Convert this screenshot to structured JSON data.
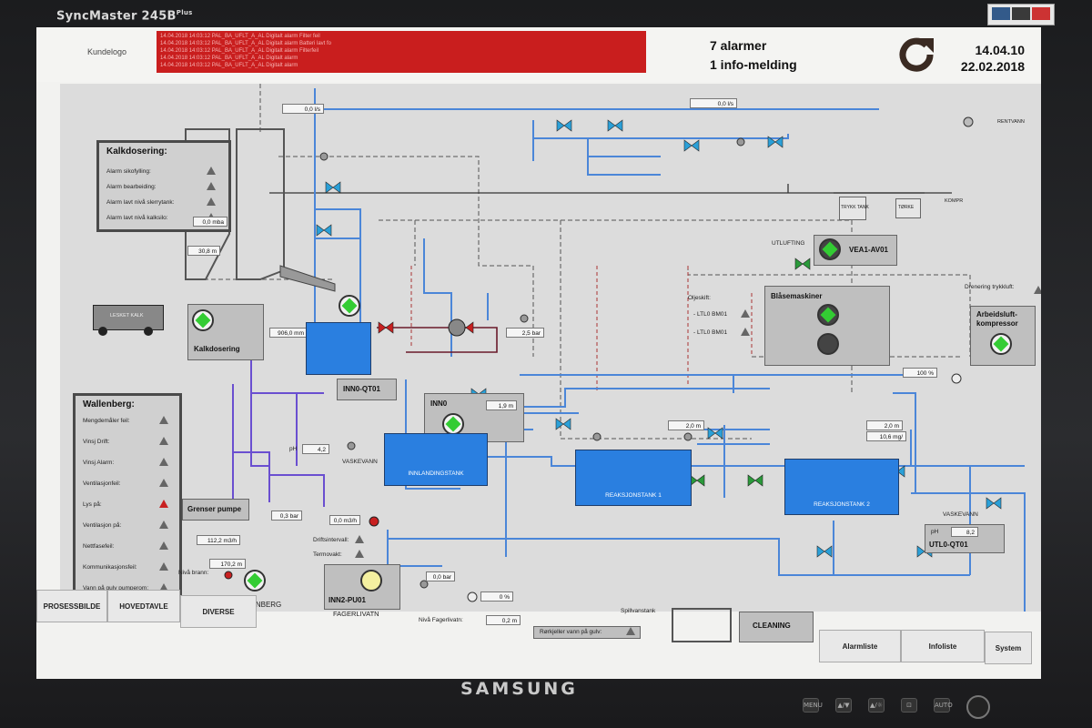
{
  "bezel": {
    "brand": "SyncMaster 245B",
    "brand_sup": "Plus",
    "manufacturer": "SAMSUNG",
    "controls": [
      "MENU",
      "▲/▼",
      "▲/☼",
      "⊡",
      "AUTO"
    ]
  },
  "header": {
    "customer_logo": "Kundelogo",
    "alarm_list": [
      "14.04.2018  14:03:12   PAL_BA_UFLT_A_AL    Digitalt alarm            Filter feil",
      "14.04.2018  14:03:12   PAL_BA_UFLT_A_AL    Digitalt alarm            Batteri lavt fo",
      "14.04.2018  14:03:12   PAL_BA_UFLT_A_AL    Digitalt alarm            Filterfeil",
      "14.04.2018  14:03:12   PAL_BA_UFLT_A_AL    Digitalt alarm",
      "14.04.2018  14:03:12   PAL_BA_UFLT_A_AL    Digitalt alarm"
    ],
    "alarm_count": "7 alarmer",
    "info_count": "1 info-melding",
    "date_1": "14.04.10",
    "date_2": "22.02.2018",
    "colors": {
      "alarm_bg": "#c91e1e",
      "tank": "#2a7fe0",
      "pipe": "#4b86d8",
      "pipe_purple": "#6a4fd0",
      "running": "#33cc33"
    }
  },
  "kalk_panel": {
    "title": "Kalkdosering:",
    "rows": [
      "Alarm sikofylling:",
      "Alarm bearbeiding:",
      "Alarm lavt nivå slerrytank:",
      "Alarm lavt nivå kalksilo:"
    ]
  },
  "wallenberg_panel": {
    "title": "Wallenberg:",
    "rows": [
      "Mengdemåler feil:",
      "Vinsj Drift:",
      "Vinsj Alarm:",
      "Ventilasjonfeil:",
      "Lys på:",
      "Ventilasjon på:",
      "Nettfasefeil:",
      "Kommunikasjonsfeil:",
      "Vann på gulv pumperom:"
    ],
    "red_index": 4
  },
  "values": {
    "flow_top_left": "0,0 l/s",
    "flow_top": "0,0 l/s",
    "mbar": "0,0 mba",
    "level_silo": "30,8 m",
    "level_inn0": "906,0 mm",
    "pressure_inn0": "2,5 bar",
    "level_inn0_box": "1,9 m",
    "level_reak1": "2,0 m",
    "level_reak2": "2,0 m",
    "flow_reak2": "10,6 mg/",
    "ph_in": "4,2",
    "ph_out": "8,2",
    "pressure_grenser": "0,3 bar",
    "flow_grenser": "112,2 m3/h",
    "level_wallenberg": "170,2 m",
    "flow_inn2": "0,0 m3/h",
    "pressure_inn2": "0,0 bar",
    "percent_mid": "0 %",
    "level_fagerli": "0,2 m",
    "percent_blower": "100 %"
  },
  "labels": {
    "truck": "LESKET KALK",
    "kalkdosering": "Kalkdosering",
    "inn0_qt01": "INN0-QT01",
    "inn0": "INN0",
    "vaskevann": "VASKEVANN",
    "vaskevann2": "VASKEVANN",
    "ph": "pH",
    "ph2": "pH",
    "innlandingstank": "INNLANDINGSTANK",
    "reaksjonstank1": "REAKSJONSTANK 1",
    "reaksjonstank2": "REAKSJONSTANK 2",
    "grenser_pumpe": "Grenser pumpe",
    "niva_brann": "Nivå brann:",
    "wallenberg": "WALLENBERG",
    "driftsintervall": "Driftsintervall:",
    "termovakt": "Termovakt:",
    "inn2_pu01": "INN2-PU01",
    "fagerlivatn": "FAGERLIVATN",
    "niva_fagerli": "Nivå Fagerlivatn:",
    "rorkjeller": "Rørkjeller vann på gulv:",
    "spillvannstank": "Spillvanstank",
    "cleaning": "CLEANING",
    "utl0_qt01": "UTL0-QT01",
    "utlufting": "UTLUFTING",
    "vea1": "VEA1-AV01",
    "blasemaskiner": "Blåsemaskiner",
    "oljeskift": "Oljeskift:",
    "oljeskift_1": "- LTL0 BM01",
    "oljeskift_2": "- LTL0 BM01",
    "drenering": "Drenering trykkluft:",
    "arbeidsluft": "Arbeidsluft-",
    "kompressor": "kompressor",
    "trykktank": "TRYKK TANK",
    "torke": "TØRKE",
    "kompr": "KOMPR",
    "rentvann": "RENTVANN"
  },
  "nav": {
    "left": [
      "PROSESSBILDE",
      "HOVEDTAVLE",
      "DIVERSE"
    ],
    "right": [
      "Alarmliste",
      "Infoliste",
      "System"
    ]
  }
}
